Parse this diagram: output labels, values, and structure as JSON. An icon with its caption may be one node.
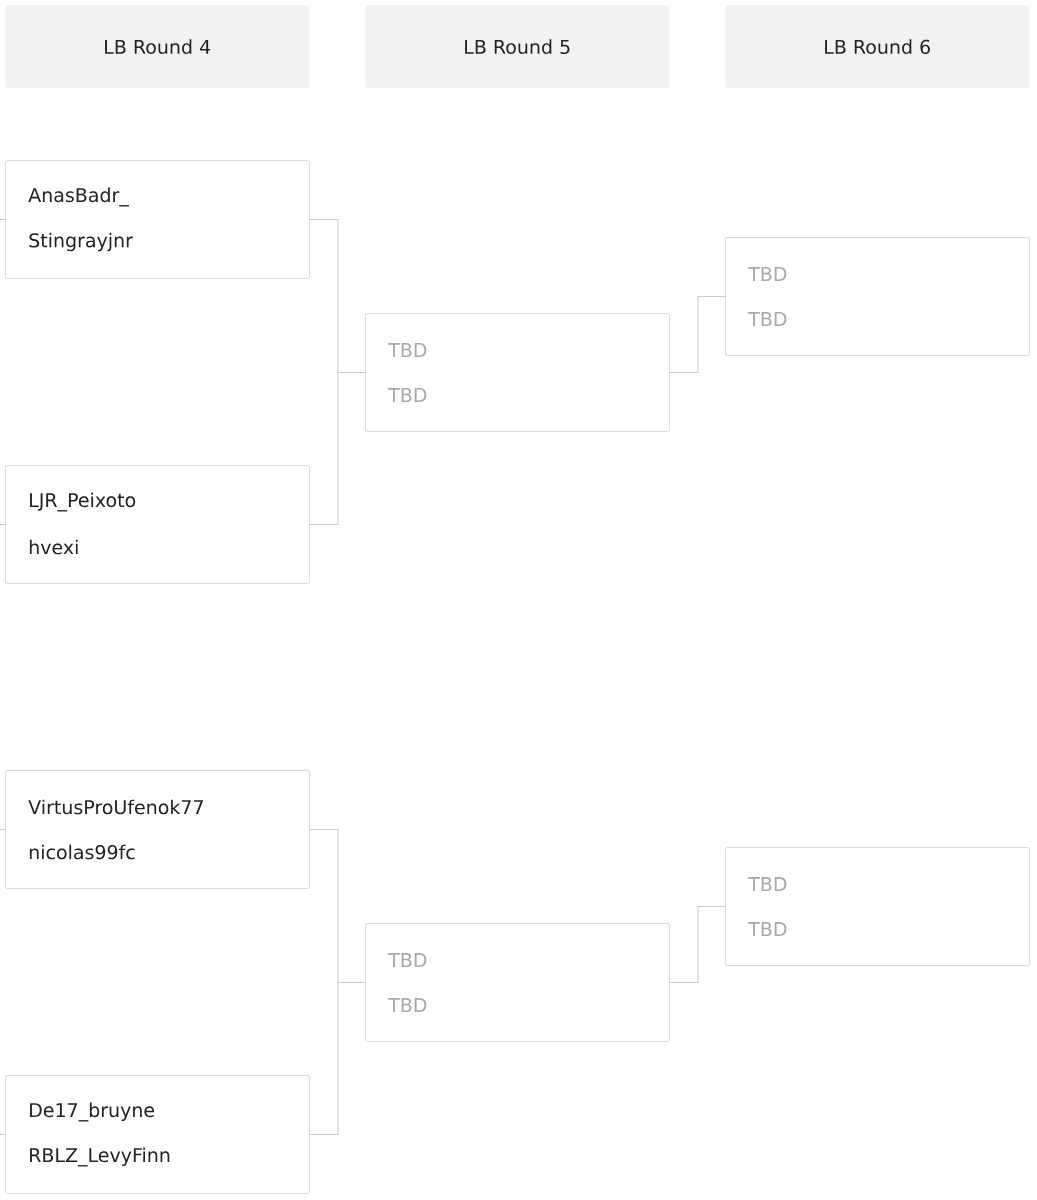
{
  "diagram": {
    "nodes": [
      {
        "text": [
          "LB Round 4"
        ]
      },
      {
        "text": [
          "LB Round 5"
        ]
      },
      {
        "text": [
          "LB Round 6"
        ]
      },
      {
        "text": [
          "AnasBadr_",
          "Stingrayjnr"
        ]
      },
      {
        "text": [
          "LJR_Peixoto",
          "hvexi"
        ]
      },
      {
        "text": [
          "TBD",
          "TBD"
        ]
      },
      {
        "text": [
          "TBD",
          "TBD"
        ]
      },
      {
        "text": [
          "VirtusProUfenok77",
          "nicolas99fc"
        ]
      },
      {
        "text": [
          "De17_bruyne",
          "RBLZ_LevyFinn"
        ]
      },
      {
        "text": [
          "TBD",
          "TBD"
        ]
      },
      {
        "text": [
          "TBD",
          "TBD"
        ]
      }
    ],
    "edges": [
      {
        "from": null,
        "to": 3,
        "arrow": "none"
      },
      {
        "from": null,
        "to": 4,
        "arrow": "none"
      },
      {
        "from": null,
        "to": 7,
        "arrow": "none"
      },
      {
        "from": null,
        "to": 8,
        "arrow": "none"
      },
      {
        "from": 3,
        "to": 5,
        "arrow": "none"
      },
      {
        "from": 4,
        "to": 5,
        "arrow": "none"
      },
      {
        "from": 5,
        "to": 6,
        "arrow": "none"
      },
      {
        "from": 7,
        "to": 9,
        "arrow": "none"
      },
      {
        "from": 8,
        "to": 9,
        "arrow": "none"
      },
      {
        "from": 9,
        "to": 10,
        "arrow": "none"
      }
    ]
  }
}
